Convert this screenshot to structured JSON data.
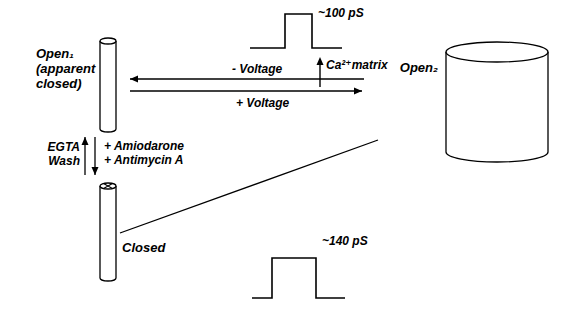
{
  "diagram": {
    "nodes": [
      {
        "text": [
          "Open₁ (apparent closed)"
        ]
      },
      {
        "text": [
          "Open₂"
        ]
      },
      {
        "text": [
          "Closed"
        ]
      }
    ],
    "edges": [
      {
        "from": 1,
        "to": 0,
        "arrow": "to",
        "label": "- Voltage"
      },
      {
        "from": 0,
        "to": 1,
        "arrow": "to",
        "label": "+ Voltage"
      },
      {
        "from": 2,
        "to": 0,
        "arrow": "to",
        "label": "EGTA Wash"
      },
      {
        "from": 0,
        "to": 2,
        "arrow": "to",
        "label": "+ Amiodarone + Antimycin A"
      },
      {
        "from": 2,
        "to": 1,
        "arrow": "none"
      }
    ],
    "labels": [
      "~100 pS",
      "Ca²⁺matrix",
      "~140 pS"
    ]
  }
}
